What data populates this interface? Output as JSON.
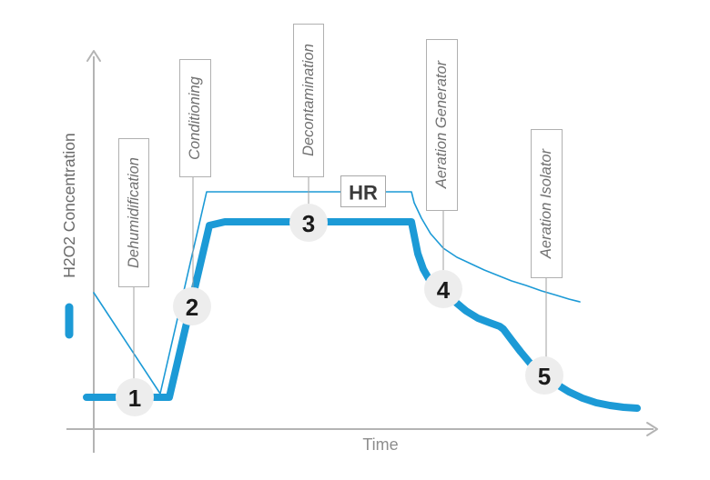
{
  "axes": {
    "y_label": "H2O2 Concentration",
    "x_label": "Time"
  },
  "hr_tag": {
    "label": "HR"
  },
  "phases": [
    {
      "number": "1",
      "label": "Dehumidification",
      "marker": [
        51,
        35
      ]
    },
    {
      "number": "2",
      "label": "Conditioning",
      "marker": [
        114,
        135
      ]
    },
    {
      "number": "3",
      "label": "Decontamination",
      "marker": [
        242,
        227
      ]
    },
    {
      "number": "4",
      "label": "Aeration Generator",
      "marker": [
        390,
        154
      ]
    },
    {
      "number": "5",
      "label": "Aeration Isolator",
      "marker": [
        501,
        59
      ]
    }
  ],
  "colors": {
    "accent_blue": "#1c9ad6",
    "axis_gray": "#b4b4b4",
    "box_border_gray": "#b0b0b0",
    "phase_label_gray": "#707070",
    "marker_fill": "#ededed",
    "marker_number": "#1a1a1a"
  },
  "chart_data": {
    "type": "line",
    "title": "",
    "xlabel": "Time",
    "ylabel": "H2O2 Concentration",
    "units": "arbitrary qualitative units (no numeric ticks shown)",
    "grid": false,
    "legend_position": "blue tick beside y-axis label (left side)",
    "series": [
      {
        "id": "h2o2",
        "name": "H2O2 Concentration",
        "style": "thick",
        "points": [
          [
            -2,
            35
          ],
          [
            89,
            35
          ],
          [
            133,
            224
          ],
          [
            150,
            228
          ],
          [
            355,
            228
          ],
          [
            358,
            213
          ],
          [
            362,
            193
          ],
          [
            368,
            176
          ],
          [
            376,
            162
          ],
          [
            383,
            156
          ],
          [
            390,
            154
          ],
          [
            403,
            140
          ],
          [
            415,
            130
          ],
          [
            428,
            122
          ],
          [
            441,
            117
          ],
          [
            452,
            113
          ],
          [
            456,
            110
          ],
          [
            465,
            98
          ],
          [
            475,
            85
          ],
          [
            485,
            73
          ],
          [
            495,
            64
          ],
          [
            503,
            58
          ],
          [
            515,
            49
          ],
          [
            528,
            41
          ],
          [
            543,
            34
          ],
          [
            558,
            29
          ],
          [
            573,
            26
          ],
          [
            588,
            24
          ],
          [
            603,
            23
          ]
        ]
      },
      {
        "id": "hr",
        "name": "HR",
        "style": "thin",
        "points": [
          [
            6,
            150
          ],
          [
            79,
            39
          ],
          [
            130,
            261
          ],
          [
            355,
            261
          ],
          [
            358,
            249
          ],
          [
            366,
            232
          ],
          [
            376,
            215
          ],
          [
            390,
            199
          ],
          [
            405,
            189
          ],
          [
            420,
            182
          ],
          [
            435,
            175
          ],
          [
            450,
            169
          ],
          [
            465,
            163
          ],
          [
            481,
            158
          ],
          [
            498,
            152
          ],
          [
            515,
            147
          ],
          [
            528,
            143
          ],
          [
            540,
            140
          ]
        ]
      }
    ],
    "annotations": [
      {
        "number": "1",
        "label": "Dehumidification",
        "at": [
          51,
          35
        ]
      },
      {
        "number": "2",
        "label": "Conditioning",
        "at": [
          114,
          135
        ]
      },
      {
        "number": "3",
        "label": "Decontamination",
        "at": [
          242,
          227
        ]
      },
      {
        "number": "4",
        "label": "Aeration Generator",
        "at": [
          390,
          154
        ]
      },
      {
        "number": "5",
        "label": "Aeration Isolator",
        "at": [
          501,
          59
        ]
      },
      {
        "number": "HR",
        "label": "HR tag on thin curve",
        "at": [
          302,
          261
        ]
      }
    ]
  }
}
